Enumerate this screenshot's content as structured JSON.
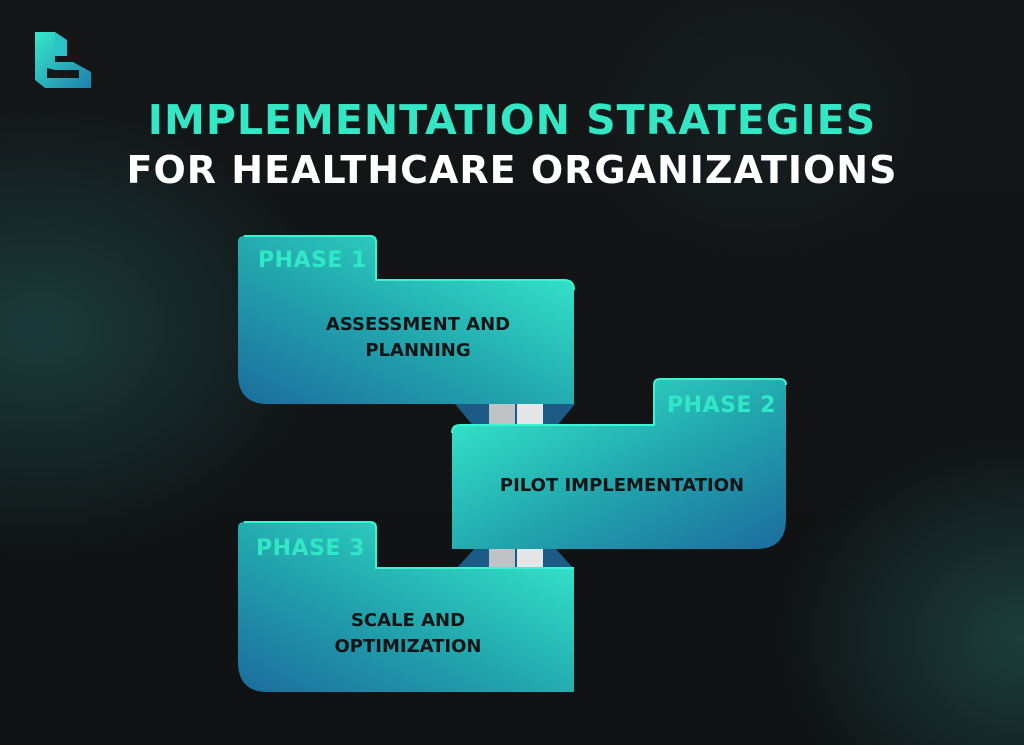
{
  "header": {
    "title_line1": "IMPLEMENTATION STRATEGIES",
    "title_line2": "FOR HEALTHCARE ORGANIZATIONS"
  },
  "colors": {
    "accent": "#33e6c4",
    "card_dark": "#1f78a2",
    "card_light": "#33f0cf",
    "background": "#111315"
  },
  "logo": {
    "icon": "brand-logo-icon"
  },
  "phases": [
    {
      "label": "PHASE 1",
      "title": "ASSESSMENT AND\nPLANNING"
    },
    {
      "label": "PHASE 2",
      "title": "PILOT IMPLEMENTATION"
    },
    {
      "label": "PHASE 3",
      "title": "SCALE AND\nOPTIMIZATION"
    }
  ]
}
